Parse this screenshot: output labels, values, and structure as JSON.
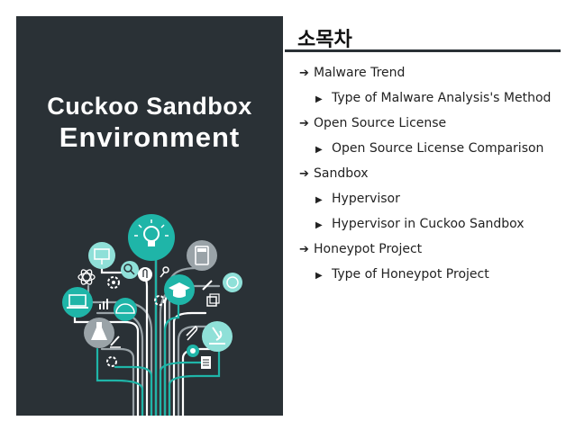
{
  "slide": {
    "left_title_line1": "Cuckoo Sandbox",
    "left_title_line2": "Environment",
    "toc_title": "소목차",
    "items": [
      {
        "level": 1,
        "marker": "➔",
        "text": "Malware Trend"
      },
      {
        "level": 2,
        "marker": "▶",
        "text": "Type of Malware Analysis's Method"
      },
      {
        "level": 1,
        "marker": "➔",
        "text": "Open Source License"
      },
      {
        "level": 2,
        "marker": "▶",
        "text": "Open Source License Comparison"
      },
      {
        "level": 1,
        "marker": "➔",
        "text": "Sandbox"
      },
      {
        "level": 2,
        "marker": "▶",
        "text": "Hypervisor"
      },
      {
        "level": 2,
        "marker": "▶",
        "text": "Hypervisor in Cuckoo Sandbox"
      },
      {
        "level": 1,
        "marker": "➔",
        "text": "Honeypot Project"
      },
      {
        "level": 2,
        "marker": "▶",
        "text": "Type of Honeypot Project"
      }
    ]
  },
  "colors": {
    "panel": "#2a3136",
    "teal": "#1fb5a8",
    "light_teal": "#8fe0d8",
    "grey": "#9aa3a8"
  },
  "icons": [
    "lightbulb-icon",
    "graduation-cap-icon",
    "laptop-icon",
    "flask-icon",
    "microscope-icon",
    "calculator-icon",
    "presentation-board-icon",
    "globe-icon",
    "atom-icon",
    "gear-icon",
    "magnifier-icon",
    "paperclip-icon",
    "document-icon"
  ]
}
